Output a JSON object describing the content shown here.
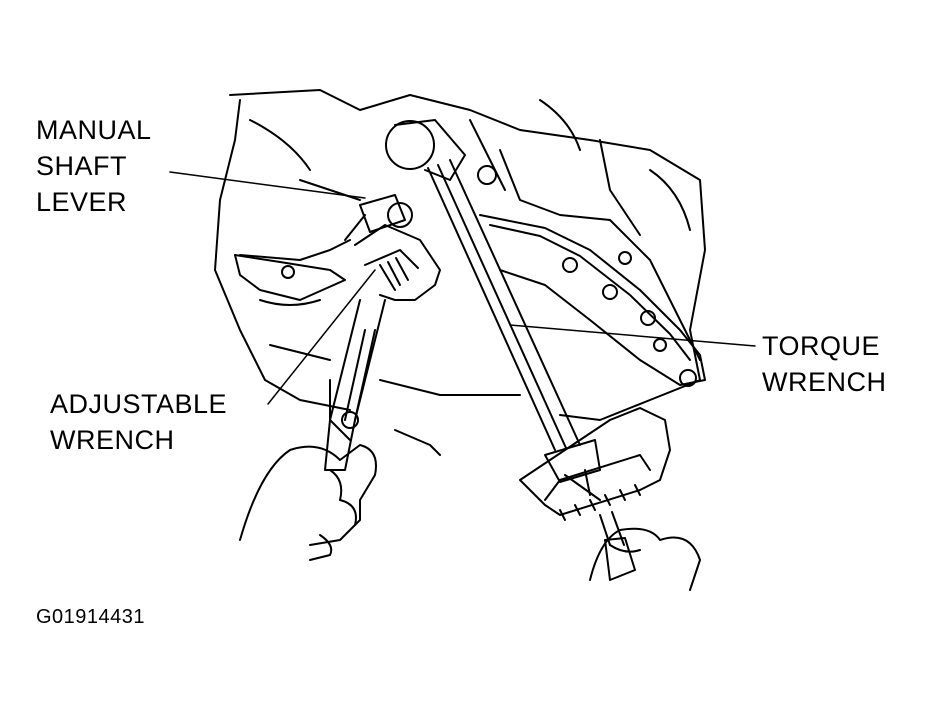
{
  "labels": {
    "manual_shaft_lever": [
      "MANUAL",
      "SHAFT",
      "LEVER"
    ],
    "adjustable_wrench": [
      "ADJUSTABLE",
      "WRENCH"
    ],
    "torque_wrench": [
      "TORQUE",
      "WRENCH"
    ]
  },
  "figure_id": "G01914431",
  "colors": {
    "ink": "#000000",
    "paper": "#ffffff"
  }
}
